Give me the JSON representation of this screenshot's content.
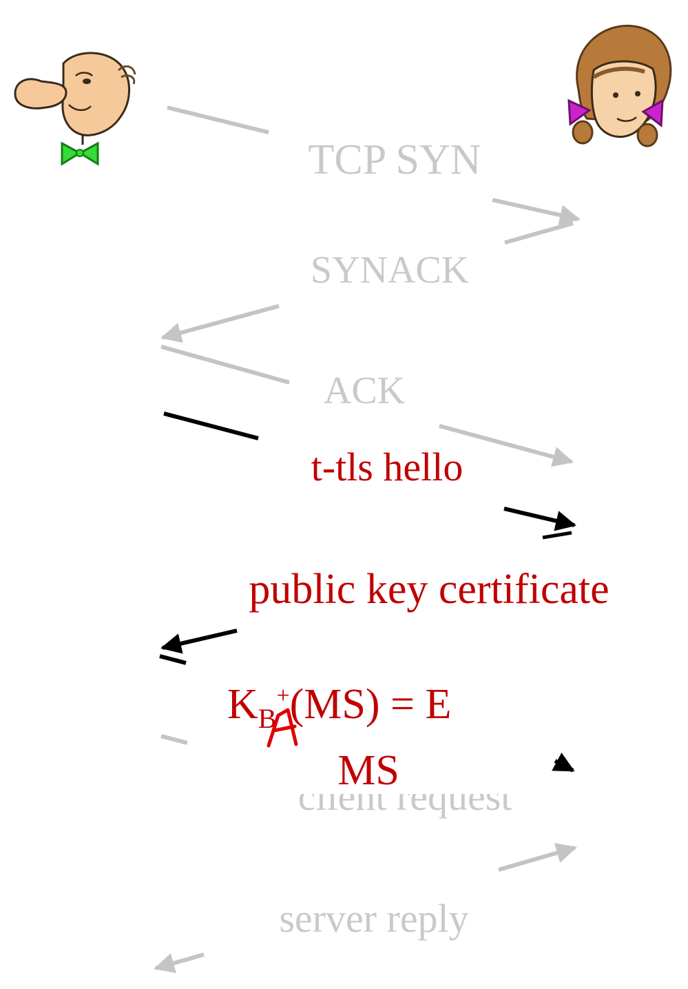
{
  "colors": {
    "gray_message": "#c4c4c4",
    "gray_text": "#c9c9c9",
    "black_message": "#000000",
    "red_text": "#c00000",
    "scrawl": "#e00000"
  },
  "icons": {
    "client": "bald-man-with-bowtie-icon",
    "server": "woman-with-pigtails-icon"
  },
  "messages": {
    "tcp_syn": "TCP SYN",
    "synack": "SYNACK",
    "ack": "ACK",
    "hello": "t-tls hello",
    "certificate": "public key certificate",
    "client_request": "client request",
    "server_reply": "server reply"
  },
  "key_exchange": {
    "base": "K",
    "subscript_original": "B",
    "subscript_scrawl": "A",
    "superscript": "+",
    "expression": "(MS) = E",
    "line2": "MS"
  }
}
